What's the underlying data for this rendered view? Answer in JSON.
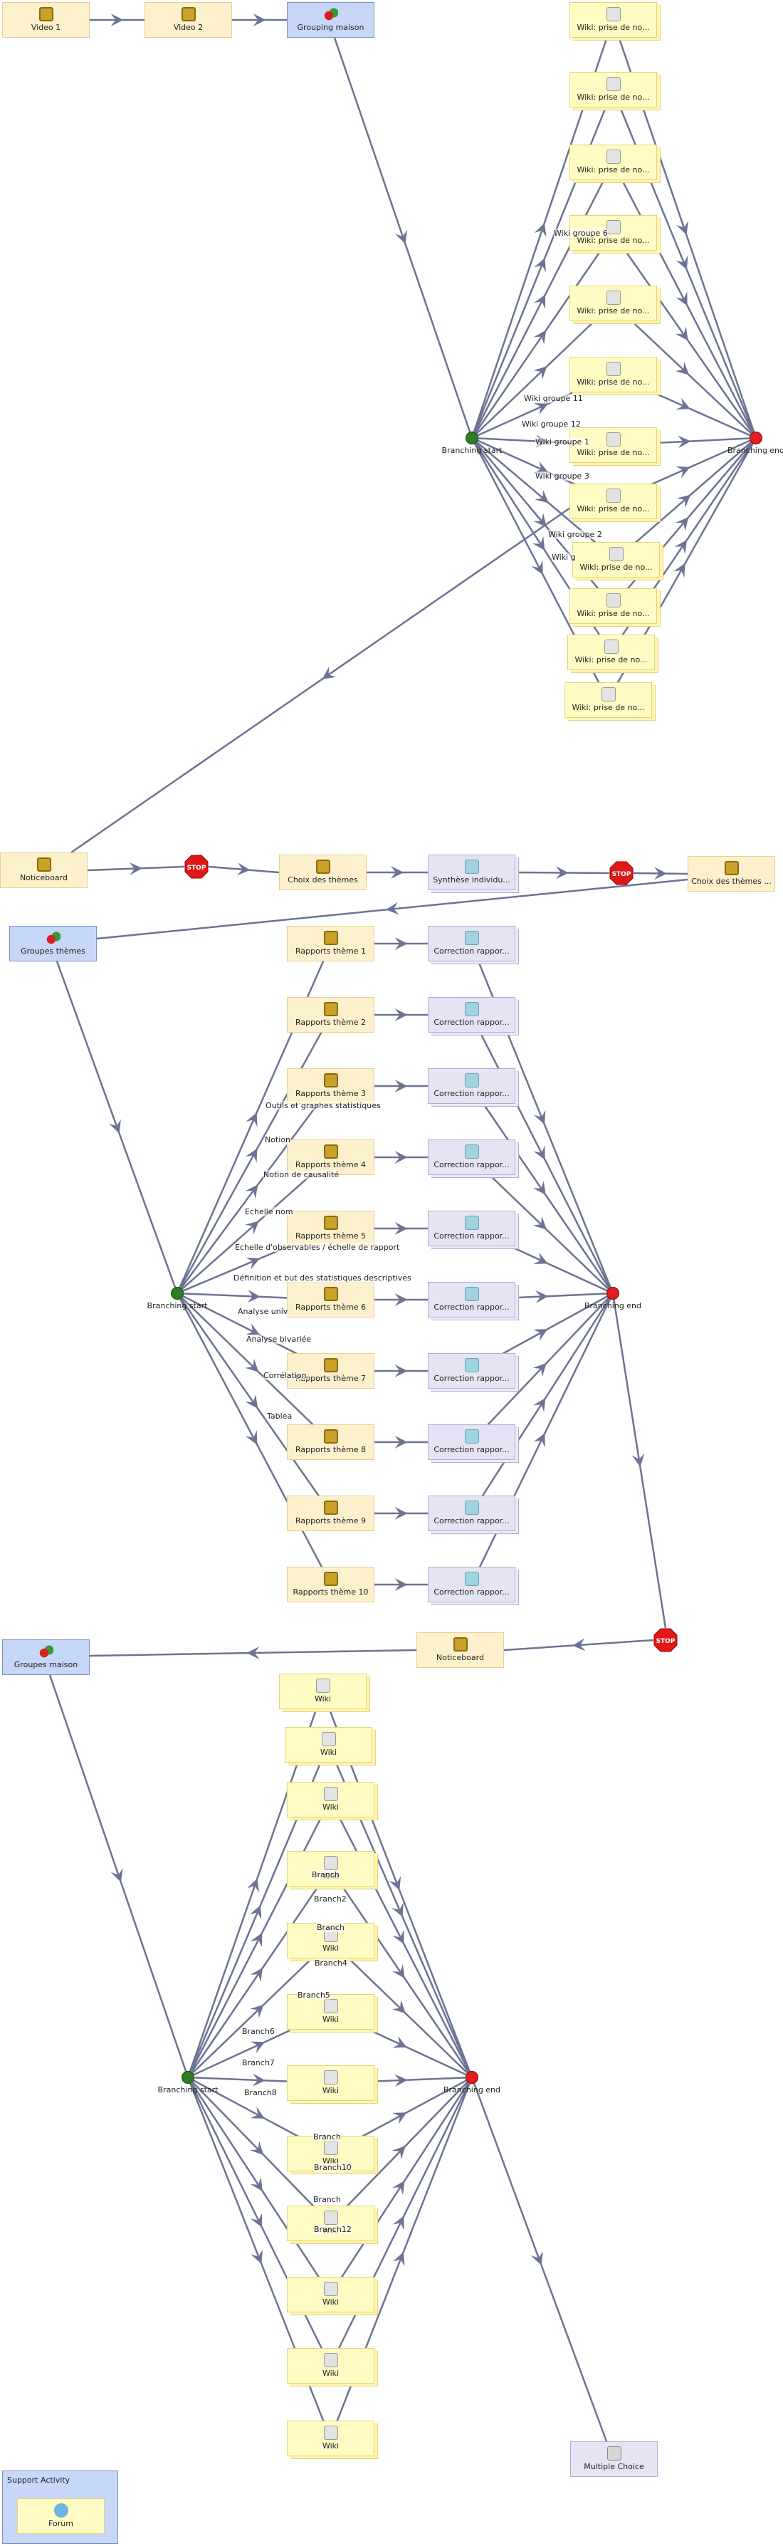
{
  "sequence_activities": {
    "video1": "Video 1",
    "video2": "Video 2",
    "grouping_maison": "Grouping maison",
    "noticeboard_1": "Noticeboard",
    "choix_themes_1": "Choix des thèmes",
    "synthese": "Synthèse individu...",
    "choix_themes_2": "Choix des thèmes ...",
    "groupes_themes": "Groupes thèmes",
    "noticeboard_2": "Noticeboard",
    "groupes_maison": "Groupes maison",
    "multiple_choice": "Multiple Choice"
  },
  "stop_label": "STOP",
  "branching_1": {
    "start_label": "Branching start",
    "end_label": "Branching end",
    "activity_label": "Wiki: prise de no...",
    "branch_labels": [
      "Wiki groupe 6",
      "Wiki groupe 11",
      "Wiki groupe 12",
      "Wiki groupe 1",
      "Wiki groupe 3",
      "Wiki groupe 2",
      "Wiki g"
    ]
  },
  "branching_2": {
    "start_label": "Branching start",
    "end_label": "Branching end",
    "reports": [
      "Rapports thème 1",
      "Rapports thème 2",
      "Rapports thème 3",
      "Rapports thème 4",
      "Rapports thème 5",
      "Rapports thème 6",
      "Rapports thème 7",
      "Rapports thème 8",
      "Rapports thème 9",
      "Rapports thème 10"
    ],
    "correction_label": "Correction rappor...",
    "branch_labels": [
      "Outils et graphes statistiques",
      "Notion",
      "Notion de causalité",
      "Echelle nom",
      "Echelle d'observables / échelle de rapport",
      "Définition et but des statistiques descriptives",
      "Analyse univ",
      "Analyse bivariée",
      "Corrélation",
      "Tablea"
    ]
  },
  "branching_3": {
    "start_label": "Branching start",
    "end_label": "Branching end",
    "activity_label": "Wiki",
    "branch_labels": [
      "Branch",
      "Branch2",
      "Branch",
      "Branch4",
      "Branch5",
      "Branch6",
      "Branch7",
      "Branch8",
      "Branch",
      "Branch10",
      "Branch",
      "Branch12"
    ]
  },
  "support": {
    "title": "Support Activity",
    "forum_label": "Forum"
  },
  "colors": {
    "edge": "#6c7393",
    "start_dot": "#2e7d1f",
    "end_dot": "#e02020",
    "stop": "#e01818"
  }
}
